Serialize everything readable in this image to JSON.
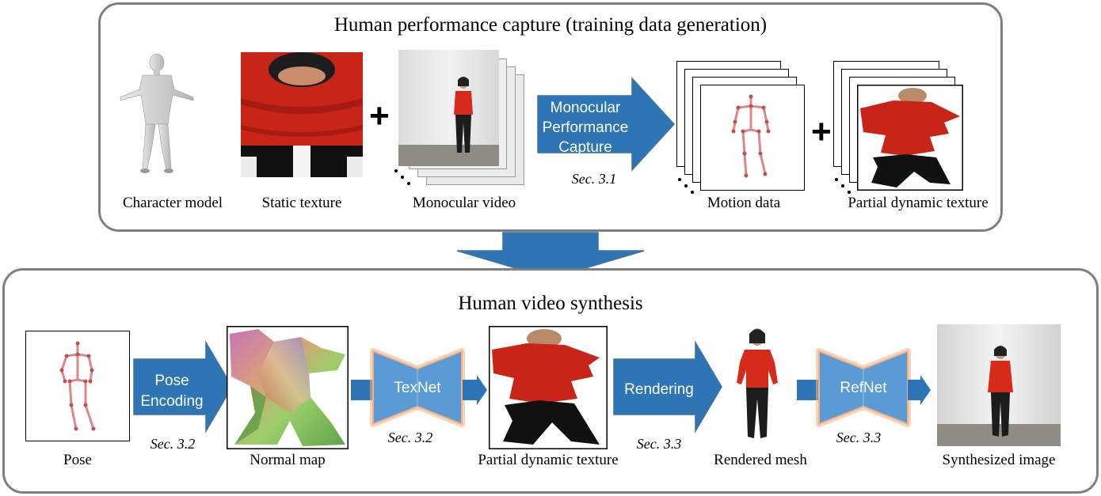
{
  "top_panel": {
    "title": "Human performance capture (training data generation)",
    "captions": {
      "character_model": "Character model",
      "static_texture": "Static texture",
      "monocular_video": "Monocular video",
      "motion_data": "Motion data",
      "partial_dynamic_texture": "Partial dynamic texture"
    },
    "arrow": {
      "line1": "Monocular",
      "line2": "Performance",
      "line3": "Capture",
      "section": "Sec. 3.1"
    },
    "plus_symbol": "+"
  },
  "bottom_panel": {
    "title": "Human video synthesis",
    "captions": {
      "pose": "Pose",
      "normal_map": "Normal map",
      "partial_dynamic_texture": "Partial dynamic texture",
      "rendered_mesh": "Rendered mesh",
      "synthesized_image": "Synthesized image"
    },
    "pose_encoding": {
      "line1": "Pose",
      "line2": "Encoding",
      "section": "Sec. 3.2"
    },
    "texnet": {
      "label": "TexNet",
      "section": "Sec. 3.2"
    },
    "rendering": {
      "label": "Rendering",
      "section": "Sec. 3.3"
    },
    "refnet": {
      "label": "RefNet",
      "section": "Sec. 3.3"
    }
  },
  "colors": {
    "arrow_fill": "#2e75b6",
    "network_fill": "#5b9bd5",
    "network_glow": "#f4b183",
    "panel_border": "#7f7f7f",
    "shirt_red": "#d62a1a",
    "skeleton": "#c0504d"
  },
  "icons": [
    "character-model-icon",
    "texture-image-icon",
    "video-frame-icon",
    "skeleton-icon",
    "normal-map-icon",
    "person-icon"
  ]
}
